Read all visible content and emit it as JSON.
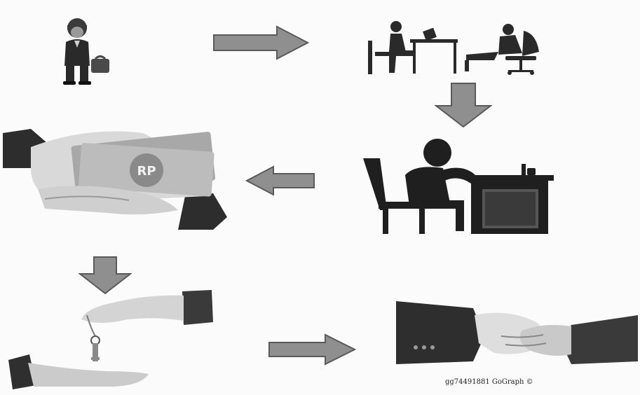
{
  "diagram": {
    "steps": [
      {
        "id": "applicant",
        "icon": "businessman-with-briefcase-icon"
      },
      {
        "id": "interview",
        "icon": "interview-desk-meeting-icon"
      },
      {
        "id": "officer",
        "icon": "officer-at-desk-icon"
      },
      {
        "id": "payment",
        "icon": "money-exchange-rp-icon"
      },
      {
        "id": "keys",
        "icon": "hand-over-keys-icon"
      },
      {
        "id": "deal",
        "icon": "handshake-icon"
      }
    ],
    "money_label": "RP",
    "flow_arrows": [
      {
        "from": "applicant",
        "to": "interview",
        "direction": "right"
      },
      {
        "from": "interview",
        "to": "officer",
        "direction": "down"
      },
      {
        "from": "officer",
        "to": "payment",
        "direction": "left"
      },
      {
        "from": "payment",
        "to": "keys",
        "direction": "down"
      },
      {
        "from": "keys",
        "to": "deal",
        "direction": "right"
      }
    ],
    "credit": "gg74491881 GoGraph ©",
    "colors": {
      "arrow_fill": "#8f8f8f",
      "arrow_edge": "#5a5a5a",
      "figure": "#1f1f1f",
      "paper": "#e8e8e8"
    }
  }
}
